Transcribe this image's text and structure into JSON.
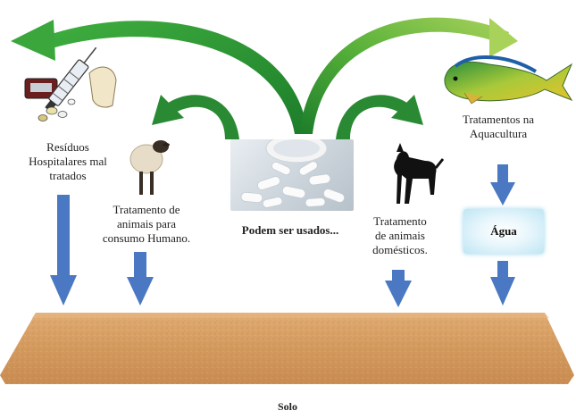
{
  "labels": {
    "hospital_waste": [
      "Resíduos",
      "Hospitalares mal",
      "tratados"
    ],
    "animal_consumption": [
      "Tratamento de",
      "animais para",
      "consumo Humano."
    ],
    "center": "Podem ser usados...",
    "domestic": [
      "Tratamento",
      "de animais",
      "domésticos."
    ],
    "aquaculture": [
      "Tratamentos na",
      "Aquacultura"
    ],
    "water": "Água",
    "soil": "Solo"
  },
  "colors": {
    "arrow_green_dark": "#1f8a2e",
    "arrow_green_light": "#8cc63f",
    "arrow_blue": "#4a78c2",
    "soil": "#d9a066",
    "water_glow": "#bfe6f4"
  },
  "icons": {
    "hospital": "syringe-pills-glove-icon",
    "sheep": "sheep-icon",
    "pills": "pills-bottle-icon",
    "dog": "dog-icon",
    "fish": "fish-icon"
  }
}
